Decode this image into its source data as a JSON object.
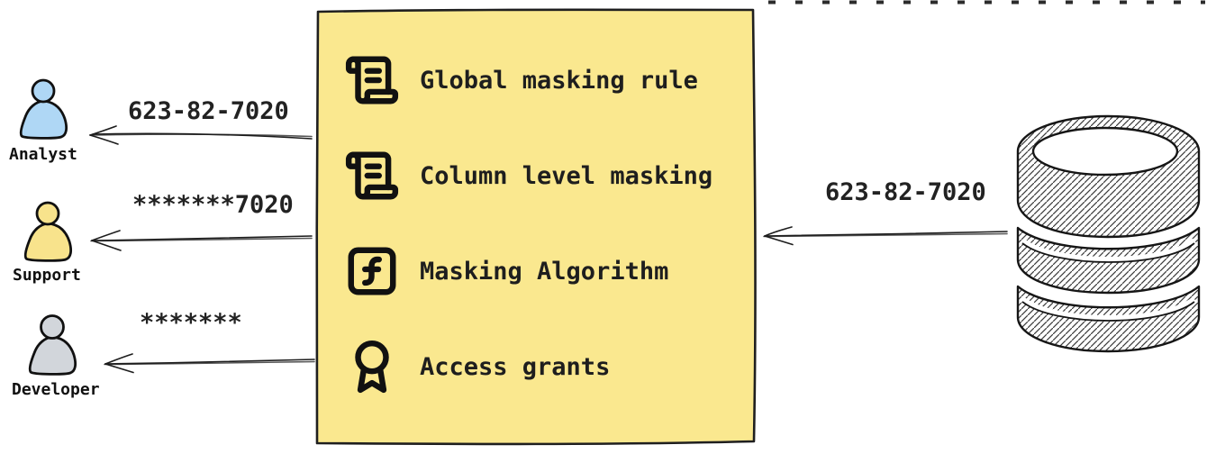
{
  "personas": [
    {
      "name": "Analyst",
      "fill": "#AFD7F5",
      "arrow_label": "623-82-7020"
    },
    {
      "name": "Support",
      "fill": "#F8E38C",
      "arrow_label": "*******7020"
    },
    {
      "name": "Developer",
      "fill": "#D2D6DB",
      "arrow_label": "*******"
    }
  ],
  "masking_box": {
    "fill": "#FAE88F",
    "border_color": "#1f1f1f",
    "items": [
      {
        "icon": "scroll-text-icon",
        "label": "Global masking rule"
      },
      {
        "icon": "scroll-text-icon",
        "label": "Column level masking"
      },
      {
        "icon": "function-square-icon",
        "label": "Masking Algorithm"
      },
      {
        "icon": "award-icon",
        "label": "Access grants"
      }
    ]
  },
  "database": {
    "icon": "database-icon",
    "arrow_label": "623-82-7020"
  }
}
